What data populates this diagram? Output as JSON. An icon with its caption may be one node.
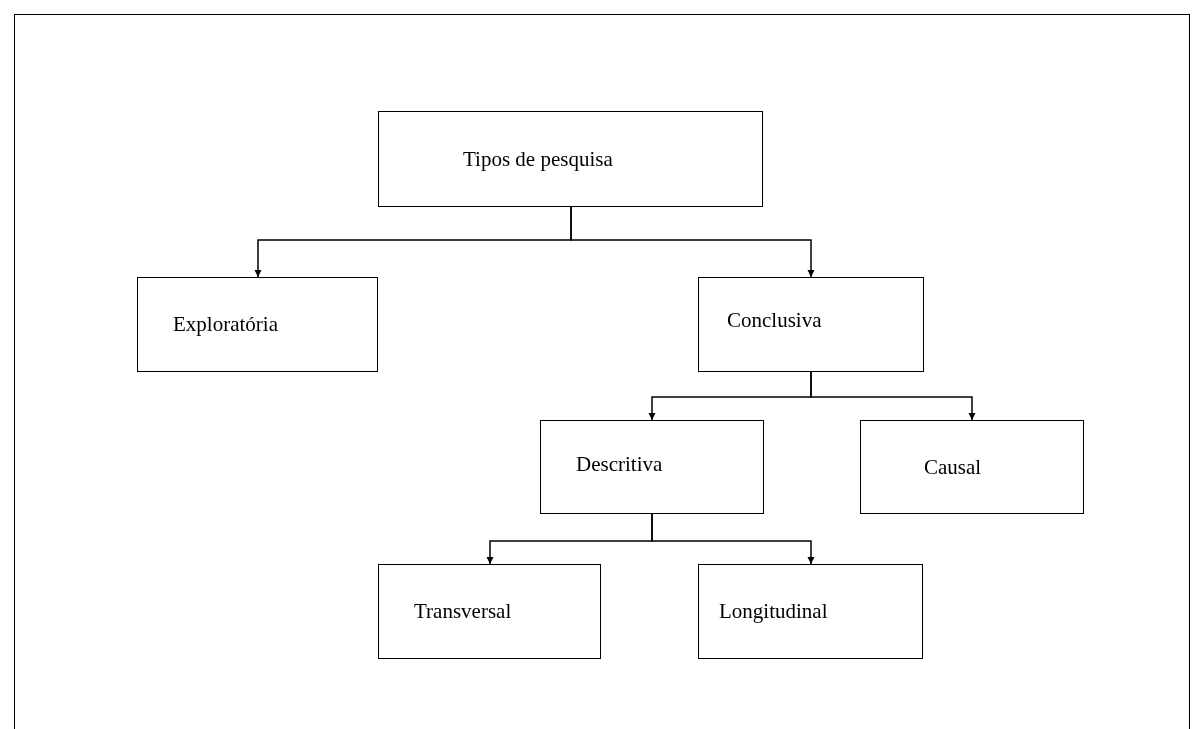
{
  "diagram": {
    "nodes": [
      {
        "text": [
          "Tipos de pesquisa"
        ]
      },
      {
        "text": [
          "Exploratória"
        ]
      },
      {
        "text": [
          "Conclusiva"
        ]
      },
      {
        "text": [
          "Descritiva"
        ]
      },
      {
        "text": [
          "Causal"
        ]
      },
      {
        "text": [
          "Transversal"
        ]
      },
      {
        "text": [
          "Longitudinal"
        ]
      }
    ],
    "edges": [
      {
        "from": 0,
        "to": 1,
        "arrow": "to"
      },
      {
        "from": 0,
        "to": 2,
        "arrow": "to"
      },
      {
        "from": 2,
        "to": 3,
        "arrow": "to"
      },
      {
        "from": 2,
        "to": 4,
        "arrow": "to"
      },
      {
        "from": 3,
        "to": 5,
        "arrow": "to"
      },
      {
        "from": 3,
        "to": 6,
        "arrow": "to"
      }
    ]
  }
}
